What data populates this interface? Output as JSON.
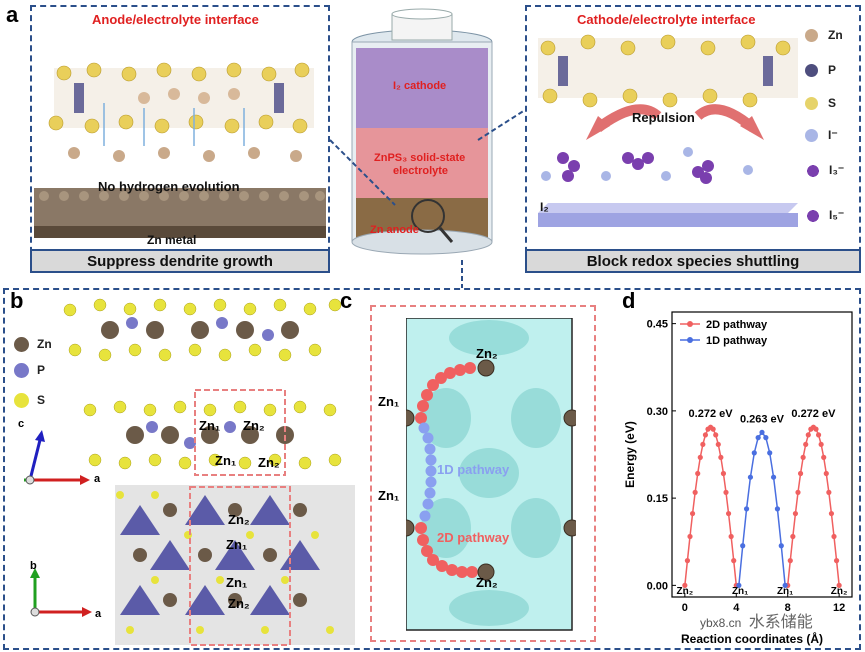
{
  "panel_letters": {
    "a": "a",
    "b": "b",
    "c": "c",
    "d": "d"
  },
  "panel_a": {
    "left": {
      "title": "Anode/electrolyte interface",
      "label_hydrogen": "No hydrogen evolution",
      "label_metal": "Zn metal",
      "caption": "Suppress dendrite growth"
    },
    "center": {
      "label_cathode": "I₂ cathode",
      "label_electrolyte_1": "ZnPS₃ solid-state",
      "label_electrolyte_2": "electrolyte",
      "label_anode": "Zn anode"
    },
    "right": {
      "title": "Cathode/electrolyte interface",
      "label_repulsion": "Repulsion",
      "label_i2": "I₂",
      "caption": "Block redox species shuttling"
    },
    "legend": [
      {
        "label": "Zn",
        "color": "#c9a98a"
      },
      {
        "label": "P",
        "color": "#4e4e7e"
      },
      {
        "label": "S",
        "color": "#e6d36a"
      },
      {
        "label": "I⁻",
        "color": "#a9b6e6"
      },
      {
        "label": "I₃⁻",
        "color": "#7a3fae"
      },
      {
        "label": "I₅⁻",
        "color": "#7a3fae"
      }
    ]
  },
  "panel_b": {
    "legend": [
      {
        "label": "Zn",
        "color": "#6b5a48"
      },
      {
        "label": "P",
        "color": "#7878c8"
      },
      {
        "label": "S",
        "color": "#e7e33c"
      }
    ],
    "axes_top": {
      "c": "c",
      "a": "a"
    },
    "axes_bottom": {
      "b": "b",
      "a": "a"
    },
    "labels": {
      "zn1": "Zn₁",
      "zn2": "Zn₂"
    }
  },
  "panel_c": {
    "label_1d": "1D pathway",
    "label_2d": "2D pathway",
    "labels": {
      "zn1": "Zn₁",
      "zn2": "Zn₂"
    }
  },
  "chart_data": {
    "type": "line",
    "title": "",
    "xlabel": "Reaction coordinates (Å)",
    "ylabel": "Energy (eV)",
    "ylim": [
      -0.02,
      0.47
    ],
    "xlim": [
      -1,
      13
    ],
    "yticks": [
      "0.00",
      "0.15",
      "0.30",
      "0.45"
    ],
    "xticks": [
      "0",
      "4",
      "8",
      "12"
    ],
    "x_site_labels": [
      "Zn₂",
      "Zn₁",
      "Zn₁",
      "Zn₂"
    ],
    "legend": [
      "2D pathway",
      "1D pathway"
    ],
    "legend_position": "top-left",
    "series": [
      {
        "name": "2D pathway",
        "color": "#f06060",
        "segments": [
          {
            "x": [
              0.0,
              0.2,
              0.4,
              0.6,
              0.8,
              1.0,
              1.2,
              1.4,
              1.6,
              1.8,
              2.0,
              2.2,
              2.4,
              2.6,
              2.8,
              3.0,
              3.2,
              3.4,
              3.6,
              3.8,
              4.0
            ],
            "peak": 0.272
          },
          {
            "x": [
              8.0,
              8.2,
              8.4,
              8.6,
              8.8,
              9.0,
              9.2,
              9.4,
              9.6,
              9.8,
              10.0,
              10.2,
              10.4,
              10.6,
              10.8,
              11.0,
              11.2,
              11.4,
              11.6,
              11.8,
              12.0
            ],
            "peak": 0.272
          }
        ]
      },
      {
        "name": "1D pathway",
        "color": "#4a6fe0",
        "segments": [
          {
            "x": [
              4.2,
              4.5,
              4.8,
              5.1,
              5.4,
              5.7,
              6.0,
              6.3,
              6.6,
              6.9,
              7.2,
              7.5,
              7.8
            ],
            "peak": 0.263
          }
        ]
      }
    ],
    "annotations": [
      "0.272 eV",
      "0.263 eV",
      "0.272 eV"
    ]
  },
  "watermark": {
    "text": "ybx8.cn",
    "brand": "水系储能"
  }
}
